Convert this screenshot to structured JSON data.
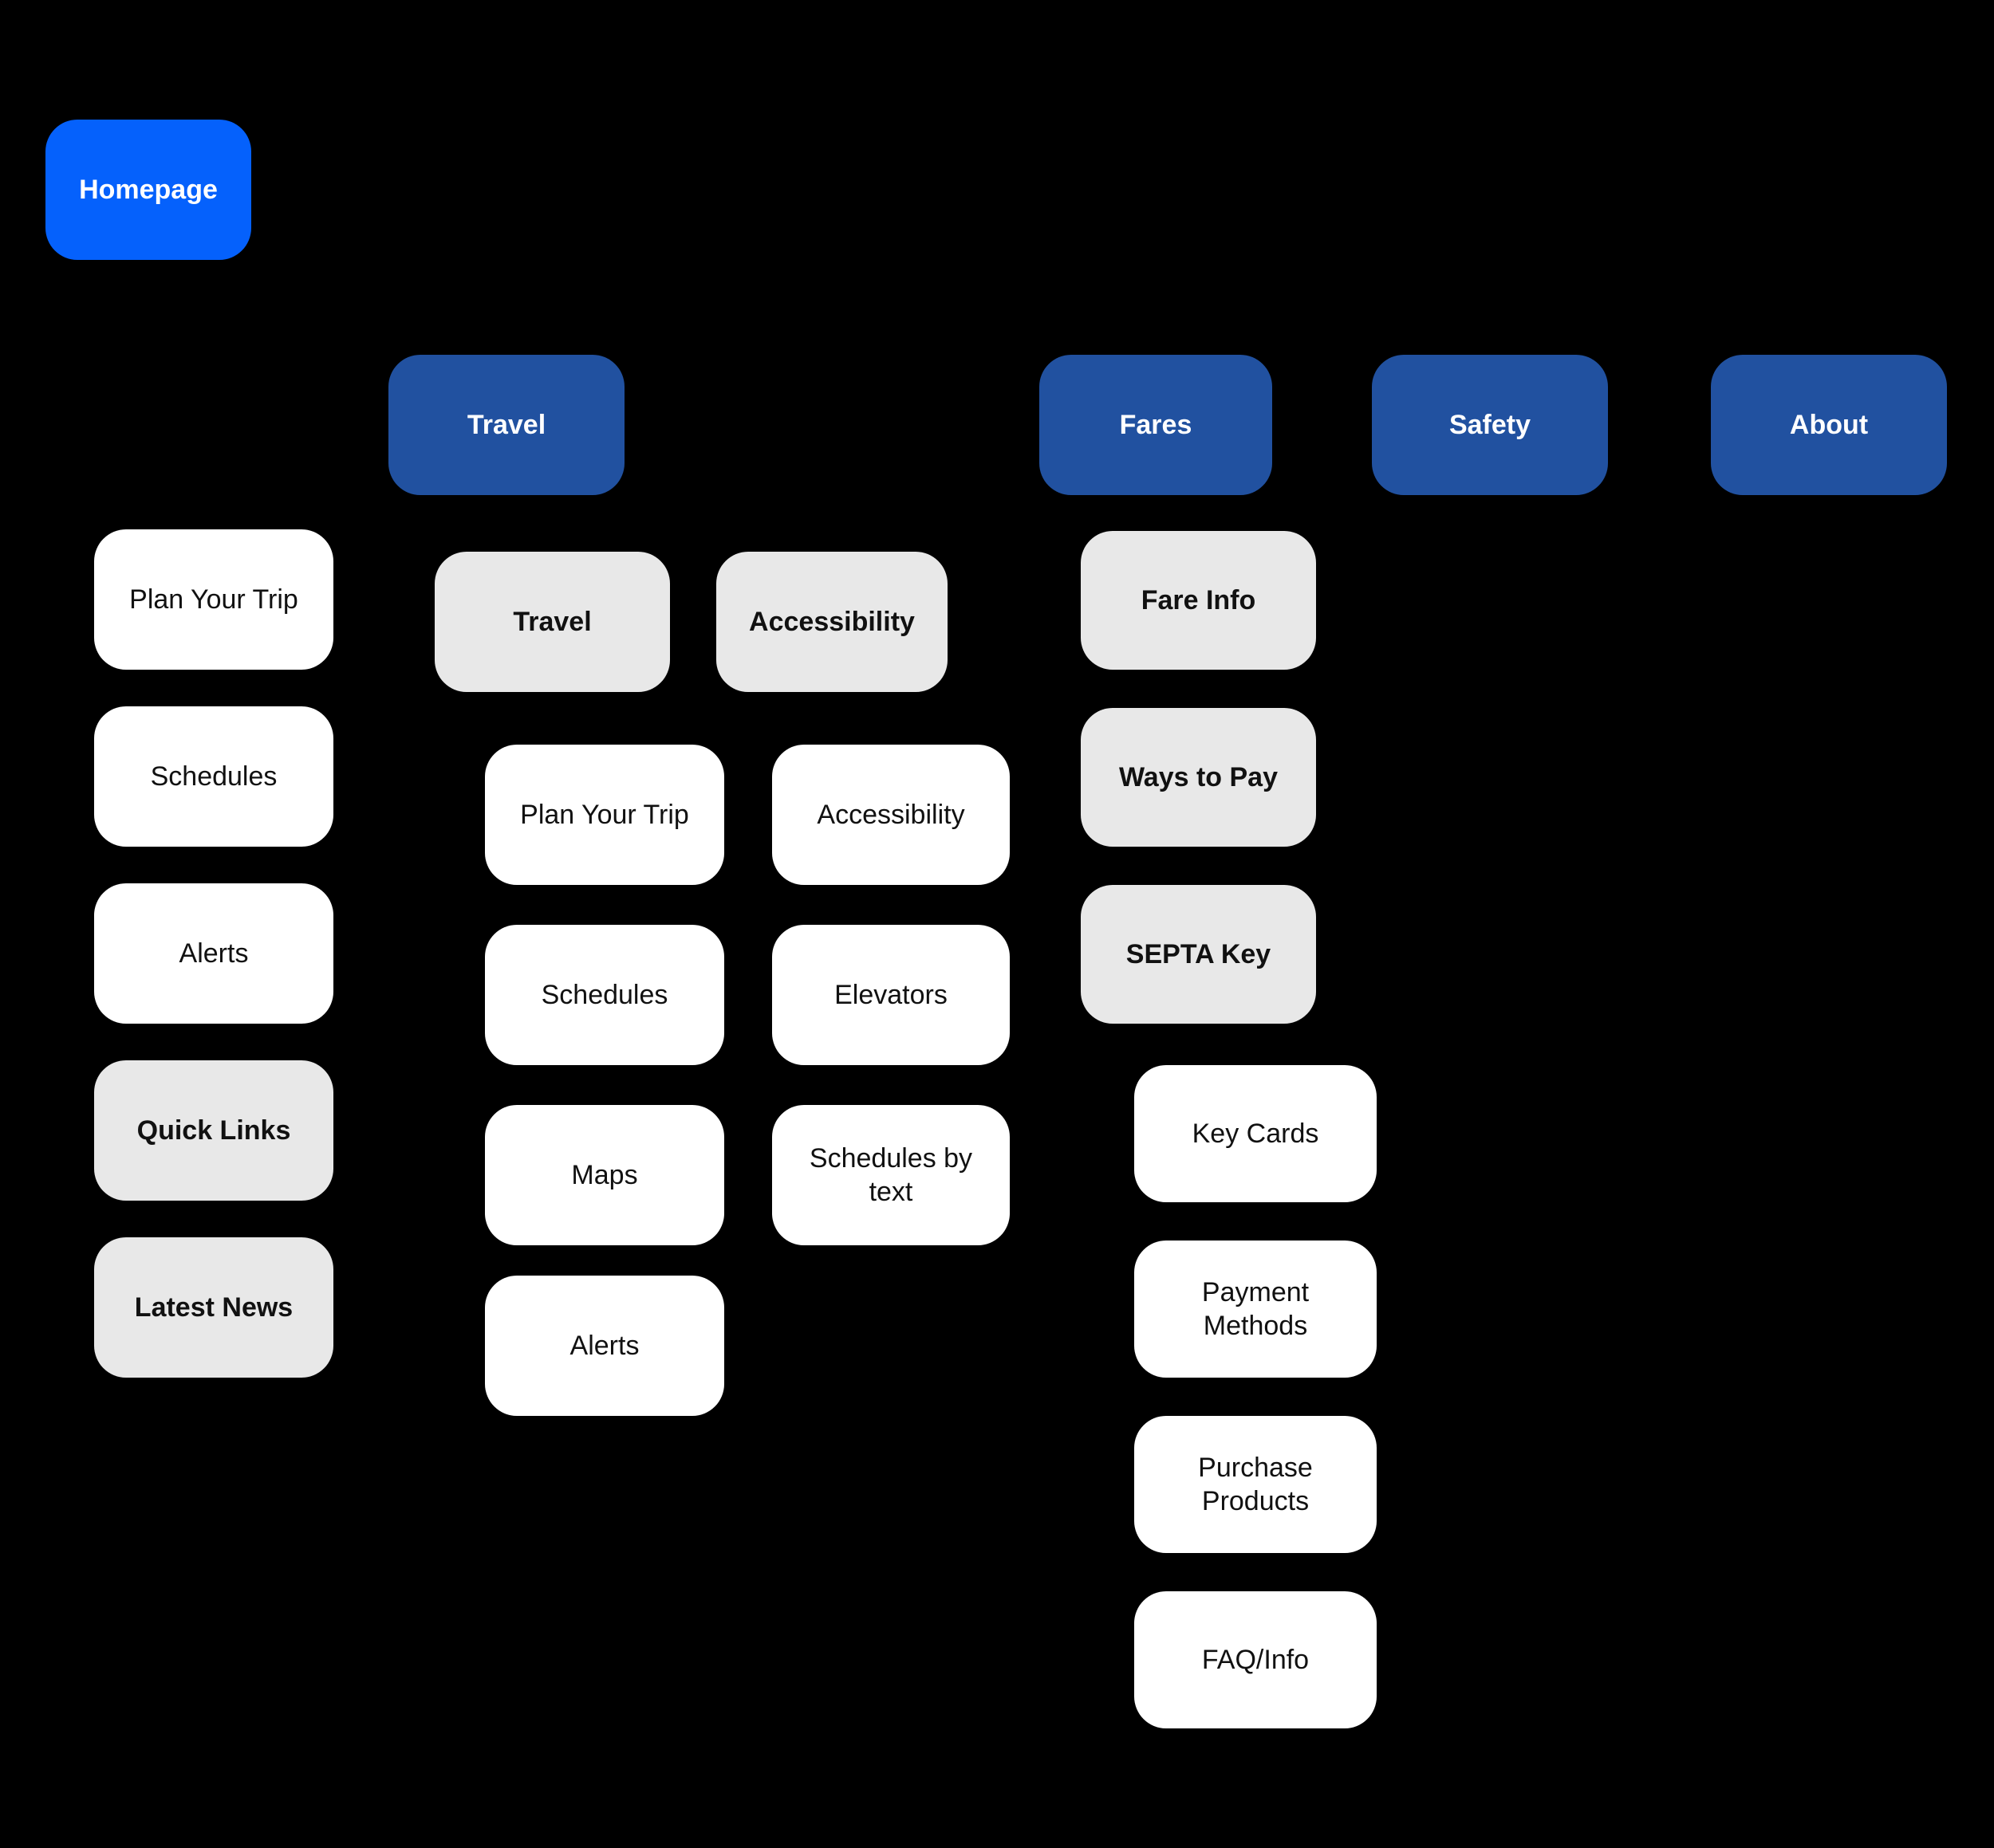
{
  "palette": {
    "page_background": "#000000",
    "homepage_blue": "#0561FC",
    "section_blue": "#2151A0",
    "category_gray": "#E8E8E8",
    "page_white": "#FFFFFF",
    "text_on_blue": "#FFFFFF",
    "text_on_light": "#111111"
  },
  "sitemap": {
    "homepage": {
      "label": "Homepage"
    },
    "homepage_items": {
      "plan_your_trip": {
        "label": "Plan Your Trip"
      },
      "schedules": {
        "label": "Schedules"
      },
      "alerts": {
        "label": "Alerts"
      },
      "quick_links": {
        "label": "Quick Links"
      },
      "latest_news": {
        "label": "Latest News"
      }
    },
    "sections": {
      "travel": {
        "label": "Travel"
      },
      "fares": {
        "label": "Fares"
      },
      "safety": {
        "label": "Safety"
      },
      "about": {
        "label": "About"
      }
    },
    "travel_groups": {
      "travel": {
        "label": "Travel",
        "pages": {
          "plan_your_trip": {
            "label": "Plan Your Trip"
          },
          "schedules": {
            "label": "Schedules"
          },
          "maps": {
            "label": "Maps"
          },
          "alerts": {
            "label": "Alerts"
          }
        }
      },
      "accessibility": {
        "label": "Accessibility",
        "pages": {
          "accessibility": {
            "label": "Accessibility"
          },
          "elevators": {
            "label": "Elevators"
          },
          "schedules_by_text": {
            "label": "Schedules by\ntext"
          }
        }
      }
    },
    "fares_groups": {
      "fare_info": {
        "label": "Fare Info"
      },
      "ways_to_pay": {
        "label": "Ways to Pay"
      },
      "septa_key": {
        "label": "SEPTA Key",
        "pages": {
          "key_cards": {
            "label": "Key Cards"
          },
          "payment_methods": {
            "label": "Payment\nMethods"
          },
          "purchase_products": {
            "label": "Purchase\nProducts"
          },
          "faq_info": {
            "label": "FAQ/Info"
          }
        }
      }
    }
  }
}
